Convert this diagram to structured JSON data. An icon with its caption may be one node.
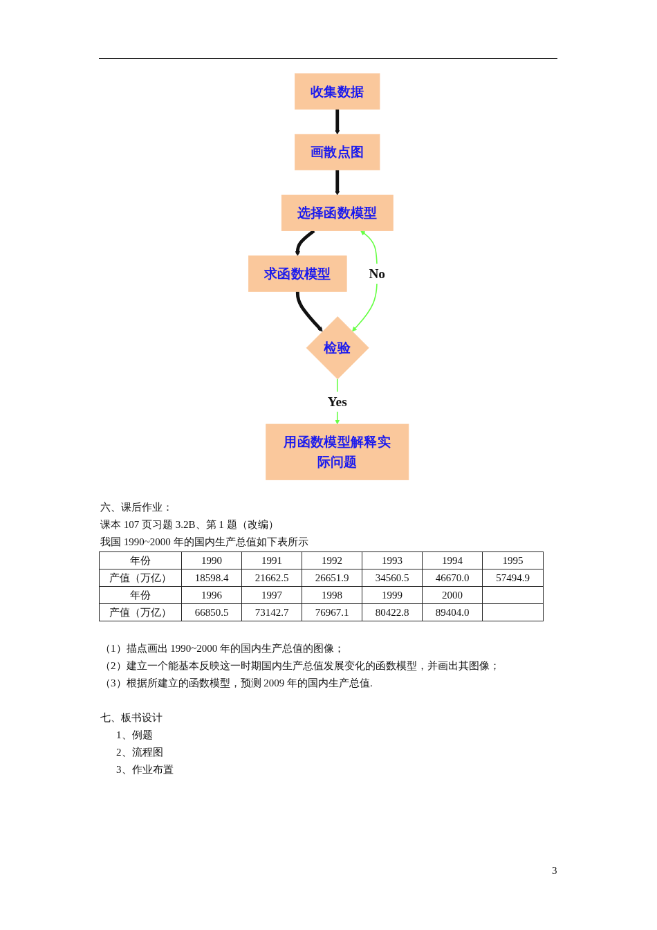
{
  "diagram": {
    "nodes": [
      {
        "text": [
          "收集数据"
        ]
      },
      {
        "text": [
          "画散点图"
        ]
      },
      {
        "text": [
          "选择函数模型"
        ]
      },
      {
        "text": [
          "求函数模型"
        ]
      },
      {
        "text": [
          "检验"
        ]
      },
      {
        "text": [
          "用函数模型解释实际问题"
        ]
      }
    ],
    "edges": [
      {
        "from": 0,
        "to": 1,
        "arrow": "to"
      },
      {
        "from": 1,
        "to": 2,
        "arrow": "to"
      },
      {
        "from": 2,
        "to": 3,
        "arrow": "to"
      },
      {
        "from": 3,
        "to": 4,
        "arrow": "to"
      },
      {
        "from": 4,
        "to": 5,
        "arrow": "to",
        "label": "Yes",
        "color": "#66ff44"
      },
      {
        "from": 4,
        "to": 2,
        "arrow": "both",
        "label": "No",
        "color": "#66ff44"
      }
    ],
    "labels": [
      "六、课后作业：",
      "课本 107 页习题 3.2B、第 1 题（改编）",
      "我国 1990~2000 年的国内生产总值如下表所示",
      "年份",
      "1990",
      "1991",
      "1992",
      "1993",
      "1994",
      "1995",
      "产值（万亿）",
      "18598.4",
      "21662.5",
      "26651.9",
      "34560.5",
      "46670.0",
      "57494.9",
      "年份",
      "1996",
      "1997",
      "1998",
      "1999",
      "2000",
      "产值（万亿）",
      "66850.5",
      "73142.7",
      "76967.1",
      "80422.8",
      "89404.0",
      "（1）描点画出 1990~2000 年的国内生产总值的图像；",
      "（2）建立一个能基本反映这一时期国内生产总值发展变化的函数模型，并画出其图像；",
      "（3）根据所建立的函数模型，预测 2009 年的国内生产总值.",
      "七、板书设计",
      "1、例题",
      "2、流程图",
      "3、作业布置",
      "3"
    ]
  }
}
